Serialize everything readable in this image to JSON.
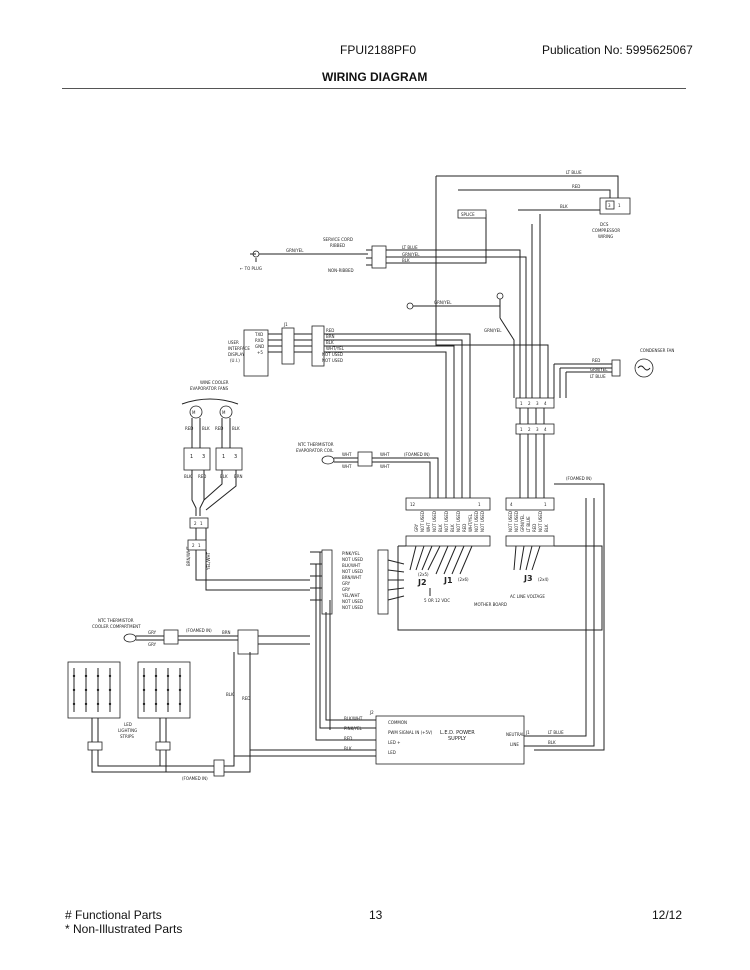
{
  "header": {
    "model": "FPUI2188PF0",
    "publication": "Publication No:  5995625067",
    "title": "WIRING DIAGRAM"
  },
  "footer": {
    "functional": "# Functional Parts",
    "non_illustrated": "* Non-Illustrated Parts",
    "page": "13",
    "page_of": "12/12"
  },
  "diagram": {
    "splice": "SPLICE",
    "lt_blue": "LT BLUE",
    "red": "RED",
    "blk": "BLK",
    "grn_yel": "GRN/YEL",
    "dcs_compressor": [
      "DCS",
      "COMPRESSOR",
      "WIRING"
    ],
    "service_cord": [
      "SERVICE CORD",
      "RIBBED"
    ],
    "non_ribbed": "NON-RIBBED",
    "to_plug": "← TO PLUG",
    "condenser_fan": "CONDENSER FAN",
    "ui_display": [
      "USER",
      "INTERFACE",
      "DISPLAY",
      "(U.I.)"
    ],
    "ui_pins": [
      "TXD",
      "RXD",
      "GND",
      "+5"
    ],
    "j1_left": "J1",
    "ui_wires": [
      "RED",
      "BRN",
      "BLK",
      "WHT/YEL",
      "NOT USED",
      "NOT USED"
    ],
    "wine_fans": [
      "WINE COOLER",
      "EVAPORATOR FANS"
    ],
    "fan_wires": [
      "RED",
      "BLK",
      "RED",
      "BLK"
    ],
    "ntc_evap": [
      "NTC THERMISTOR",
      "EVAPORATOR COIL"
    ],
    "wht": "WHT",
    "foamed_in": "(FOAMED IN)",
    "j2_pins": [
      "PINK/YEL",
      "NOT USED",
      "BLK/WHT",
      "NOT USED",
      "BRN/WHT",
      "GRY",
      "GRY",
      "YEL/WHT",
      "NOT USED",
      "NOT USED"
    ],
    "j2": "J2",
    "j1": "J1",
    "j3": "J3",
    "size_2x5": "(2x5)",
    "size_2x6": "(2x6)",
    "size_2x4": "(2x4)",
    "volts": "5 OR 12 VDC",
    "ac_line": "AC LINE VOLTAGE",
    "mother_board": "MOTHER BOARD",
    "ntc_cooler": [
      "NTC THERMISTOR",
      "COOLER COMPARTMENT"
    ],
    "gry": "GRY",
    "led_strips": [
      "LED",
      "LIGHTING",
      "STRIPS"
    ],
    "led_supply": [
      "L.E.D. POWER",
      "SUPPLY"
    ],
    "led_pins": [
      "COMMON",
      "PWM SIGNAL IN (+5V)",
      "LED +",
      "LED"
    ],
    "led_wires": [
      "BLK/WHT",
      "PINK/YEL",
      "RED",
      "BLK"
    ],
    "neutral": "NEUTRAL",
    "line": "LINE",
    "j2_small": "J2",
    "j1_small": "J1",
    "foamed_in_2": "(FOAMED IN)"
  }
}
